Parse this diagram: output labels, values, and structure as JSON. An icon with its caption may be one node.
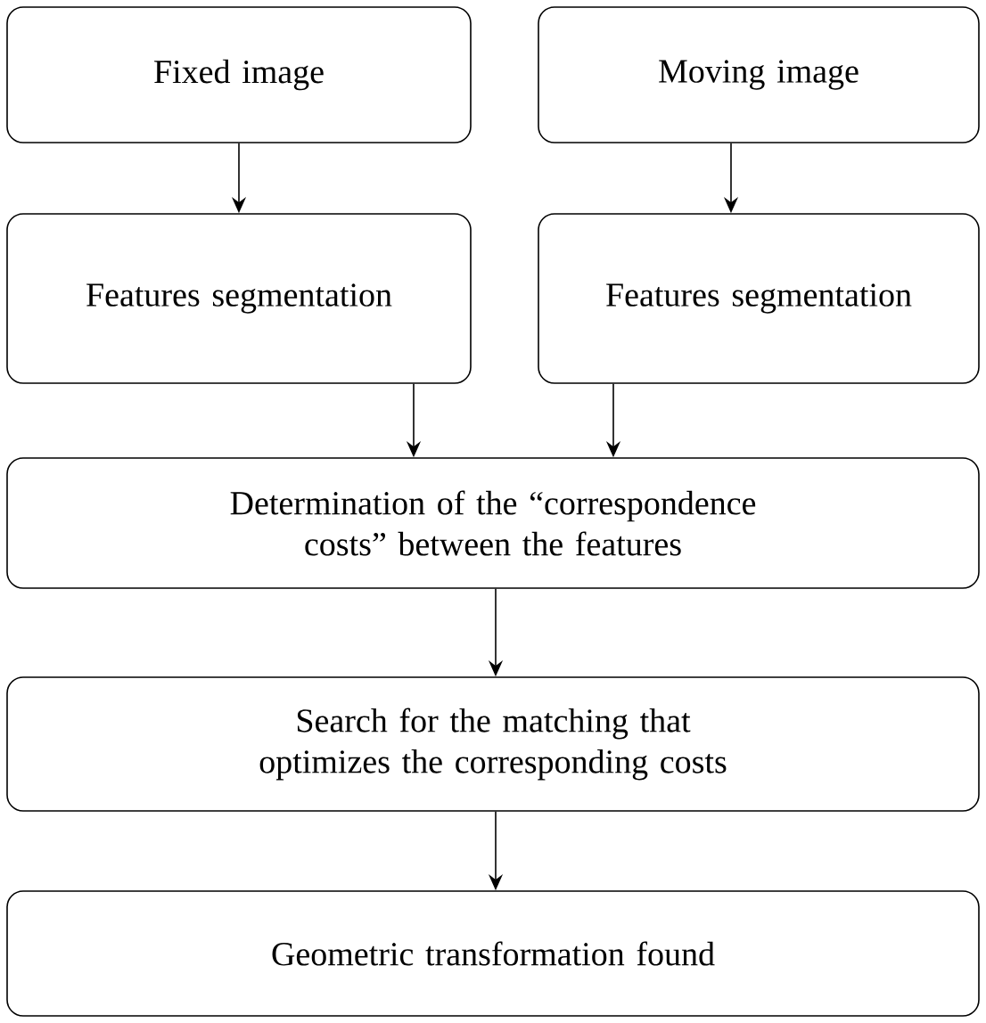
{
  "diagram": {
    "nodes": [
      {
        "text": [
          "Fixed image"
        ]
      },
      {
        "text": [
          "Moving image"
        ]
      },
      {
        "text": [
          "Features segmentation"
        ]
      },
      {
        "text": [
          "Features segmentation"
        ]
      },
      {
        "text": [
          "Determination of the “correspondence costs” between the features"
        ]
      },
      {
        "text": [
          "Search for the matching that optimizes the corresponding costs"
        ]
      },
      {
        "text": [
          "Geometric transformation found"
        ]
      }
    ],
    "edges": [
      {
        "from": 0,
        "to": 2,
        "arrow": "to"
      },
      {
        "from": 1,
        "to": 3,
        "arrow": "to"
      },
      {
        "from": 2,
        "to": 4,
        "arrow": "to"
      },
      {
        "from": 3,
        "to": 4,
        "arrow": "to"
      },
      {
        "from": 4,
        "to": 5,
        "arrow": "to"
      },
      {
        "from": 5,
        "to": 6,
        "arrow": "to"
      }
    ]
  }
}
